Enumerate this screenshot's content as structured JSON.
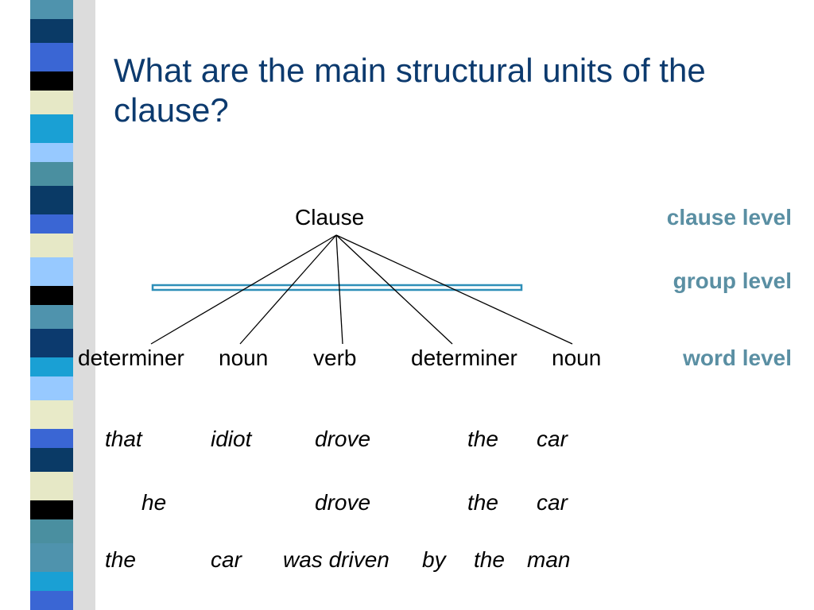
{
  "slide": {
    "title": "What are the main structural units of the clause?"
  },
  "tree": {
    "root": "Clause",
    "leaves": [
      "determiner",
      "noun",
      "verb",
      "determiner",
      "noun"
    ]
  },
  "levels": {
    "clause": "clause level",
    "group": "group level",
    "word": "word level"
  },
  "examples": [
    [
      "that",
      "idiot",
      "drove",
      "the",
      "car"
    ],
    [
      "he",
      "drove",
      "the",
      "car"
    ],
    [
      "the",
      "car",
      "was driven",
      "by",
      "the",
      "man"
    ]
  ],
  "colors": {
    "title": "#0c3a6e",
    "level_labels": "#5a8fa3",
    "group_bar": "#2f8fb8"
  }
}
